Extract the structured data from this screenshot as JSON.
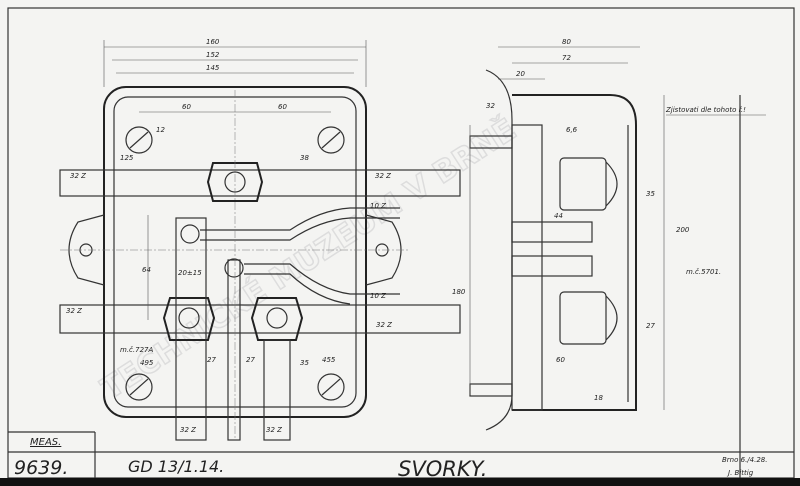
{
  "watermark": "TECHNICKÉ MUZEUM V BRNĚ",
  "title_block": {
    "meas_label": "MEAS.",
    "drawing_number": "9639.",
    "code": "GD 13/1.14.",
    "title": "SVORKY.",
    "date": "Brno 6./4.28.",
    "signature": "J. Bittig"
  },
  "front_view": {
    "dims": {
      "w160": "160",
      "w152": "152",
      "w145": "145",
      "s60a": "60",
      "s60b": "60",
      "d12": "12",
      "d125": "125",
      "h64": "64",
      "d20": "20±15",
      "d495": "495",
      "d27a": "27",
      "d27b": "27",
      "d455": "455",
      "d35": "35",
      "d38": "38"
    },
    "callouts": {
      "c32tl": "32 Z",
      "c32tr": "32 Z",
      "c10a": "10 Z",
      "c10b": "10 Z",
      "c32ml": "32 Z",
      "c32mr": "32 Z",
      "c32b1": "32 Z",
      "c32b2": "32 Z",
      "part": "m.č.727A"
    }
  },
  "side_view": {
    "dims": {
      "w80": "80",
      "w72": "72",
      "w20": "20",
      "d32": "32",
      "d66": "6,6",
      "d35": "35",
      "d44": "44",
      "d60": "60",
      "h200": "200",
      "h180": "180",
      "d18": "18",
      "d27": "27"
    },
    "note": "Zjistovati dle tohoto ř.!",
    "part": "m.č.5701."
  }
}
